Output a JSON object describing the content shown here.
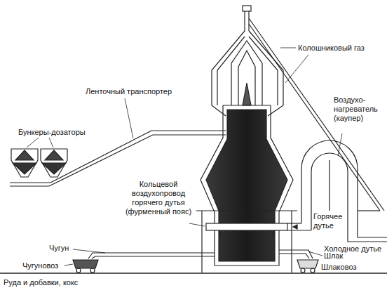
{
  "diagram": {
    "labels": [
      "Бункеры-дозаторы",
      "Ленточный транспортер",
      "Колошниковый газ",
      "Воздухо-нагреватель (каупер)",
      "Кольцевой воздухопровод горячего дутья (фурменный пояс)",
      "Горячее дутье",
      "Холодное дутье",
      "Шлак",
      "Чугун",
      "Чугуновоз",
      "Шлаковоз",
      "Руда и добавки, кокс"
    ]
  }
}
